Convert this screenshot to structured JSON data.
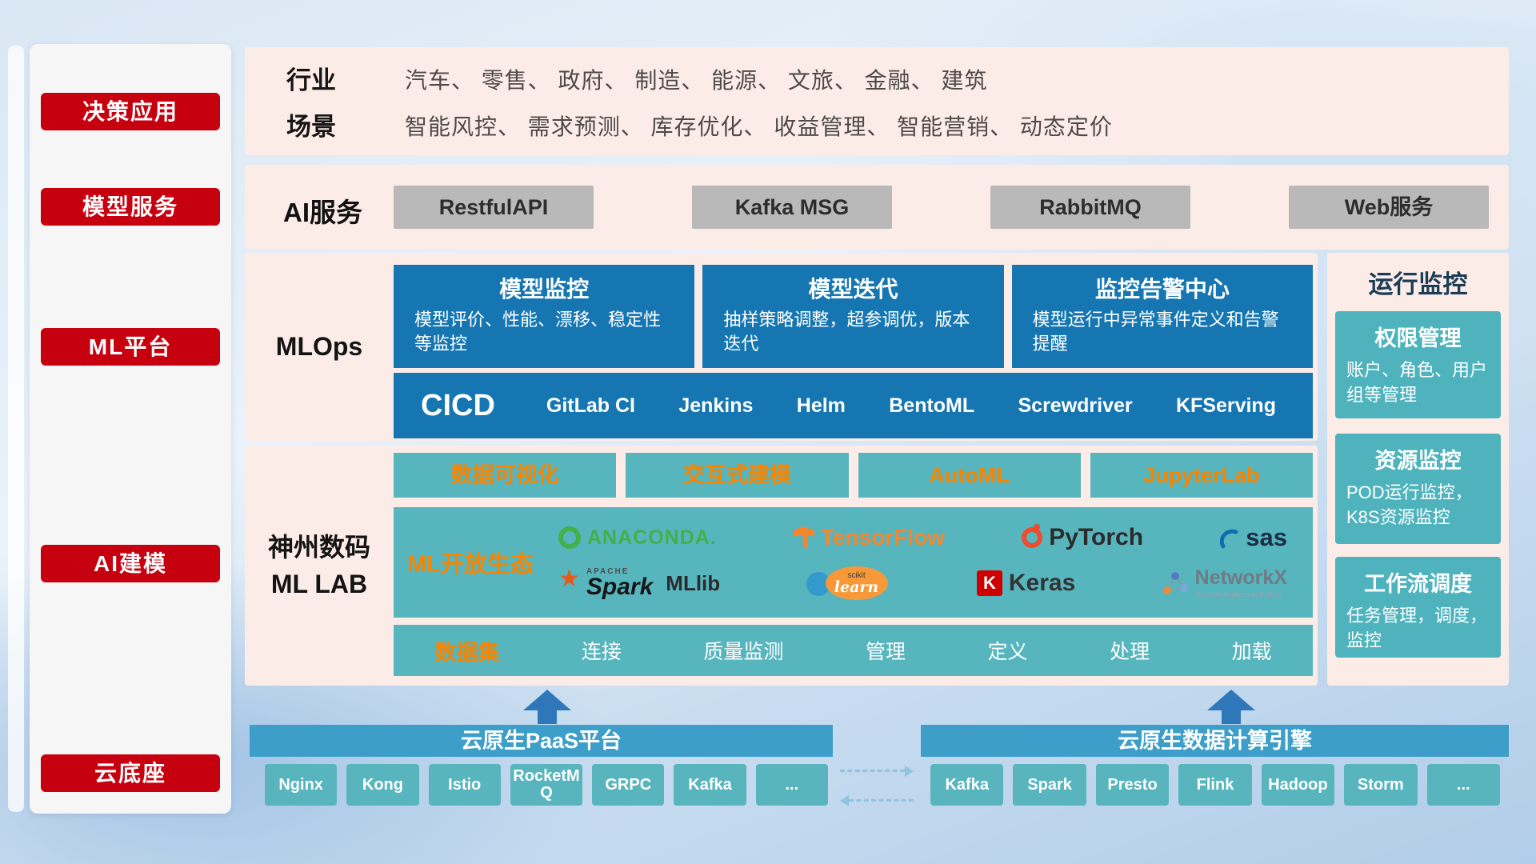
{
  "colors": {
    "accent_red": "#c7000f",
    "panel_pink": "#fcece8",
    "card_blue": "#1576b2",
    "teal": "#57b5be",
    "orange": "#f78500"
  },
  "sidebar": {
    "items": [
      "决策应用",
      "模型服务",
      "ML平台",
      "AI建模",
      "云底座"
    ]
  },
  "rows": {
    "industry": {
      "label1": "行业",
      "text1": "汽车、 零售、 政府、 制造、 能源、 文旅、 金融、 建筑",
      "label2": "场景",
      "text2": "智能风控、 需求预测、 库存优化、 收益管理、 智能营销、 动态定价"
    },
    "ai_service": {
      "label": "AI服务",
      "buttons": [
        "RestfulAPI",
        "Kafka MSG",
        "RabbitMQ",
        "Web服务"
      ]
    },
    "mlops": {
      "label": "MLOps",
      "cards": [
        {
          "title": "模型监控",
          "desc": "模型评价、性能、漂移、稳定性等监控"
        },
        {
          "title": "模型迭代",
          "desc": "抽样策略调整，超参调优，版本迭代"
        },
        {
          "title": "监控告警中心",
          "desc": "模型运行中异常事件定义和告警提醒"
        }
      ],
      "cicd_label": "CICD",
      "cicd_items": [
        "GitLab CI",
        "Jenkins",
        "Helm",
        "BentoML",
        "Screwdriver",
        "KFServing"
      ]
    },
    "mllab": {
      "label_line1": "神州数码",
      "label_line2": "ML LAB",
      "top_buttons": [
        "数据可视化",
        "交互式建模",
        "AutoML",
        "JupyterLab"
      ],
      "eco_label": "ML开放生态",
      "logos": {
        "anaconda": "ANACONDA.",
        "tensorflow": "TensorFlow",
        "pytorch": "PyTorch",
        "sas": "sas",
        "spark_brand": "APACHE",
        "spark": "Spark",
        "mllib": "MLlib",
        "scikit": "scikit",
        "learn": "learn",
        "keras_k": "K",
        "keras": "Keras",
        "networkx": "NetworkX",
        "networkx_sub": "Network Analysis in Python"
      },
      "dataset_label": "数据集",
      "dataset_items": [
        "连接",
        "质量监测",
        "管理",
        "定义",
        "处理",
        "加载"
      ]
    },
    "monitor": {
      "title": "运行监控",
      "cards": [
        {
          "title": "权限管理",
          "desc": "账户、角色、用户组等管理"
        },
        {
          "title": "资源监控",
          "desc": "POD运行监控，K8S资源监控"
        },
        {
          "title": "工作流调度",
          "desc": "任务管理，调度，监控"
        }
      ]
    },
    "bottom": {
      "paas_title": "云原生PaaS平台",
      "paas_items": [
        "Nginx",
        "Kong",
        "Istio",
        "RocketMQ",
        "GRPC",
        "Kafka",
        "..."
      ],
      "engine_title": "云原生数据计算引擎",
      "engine_items": [
        "Kafka",
        "Spark",
        "Presto",
        "Flink",
        "Hadoop",
        "Storm",
        "..."
      ]
    }
  }
}
